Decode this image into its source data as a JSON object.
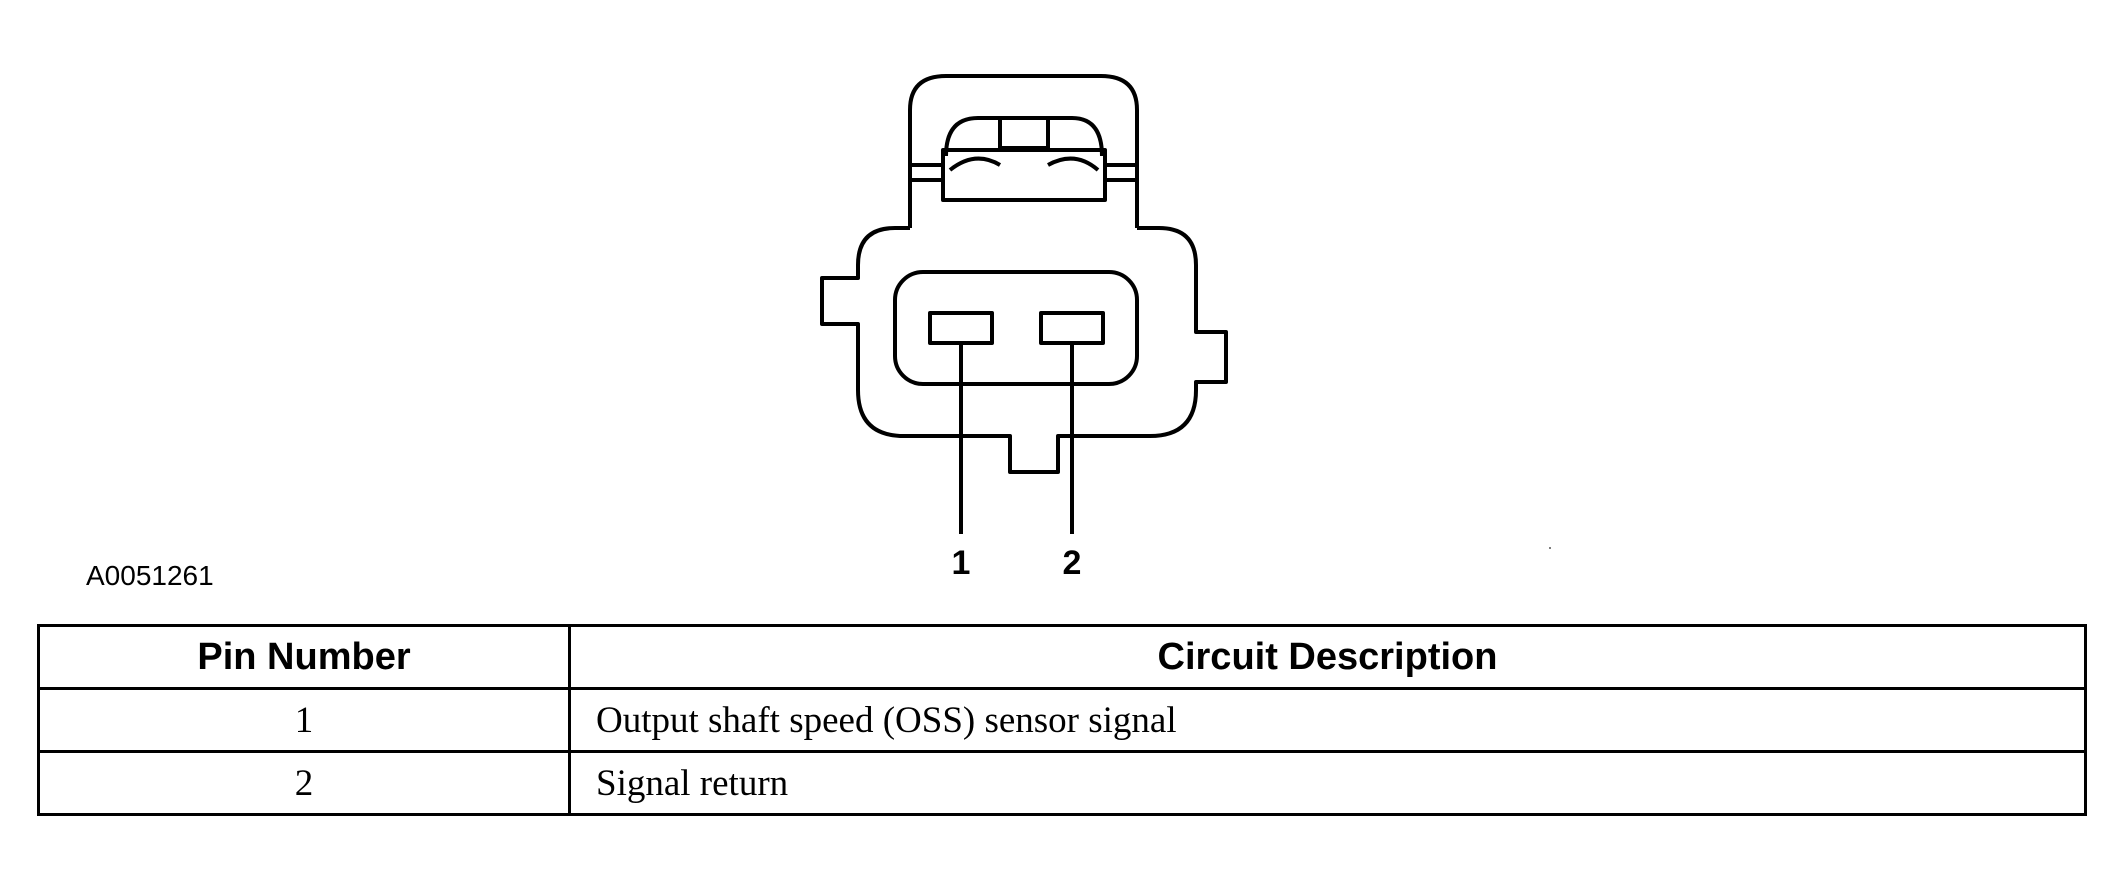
{
  "figure": {
    "id": "A0051261",
    "pin_labels": [
      "1",
      "2"
    ]
  },
  "table": {
    "headers": [
      "Pin Number",
      "Circuit Description"
    ],
    "rows": [
      {
        "pin": "1",
        "description": "Output shaft speed (OSS) sensor signal"
      },
      {
        "pin": "2",
        "description": "Signal return"
      }
    ]
  }
}
